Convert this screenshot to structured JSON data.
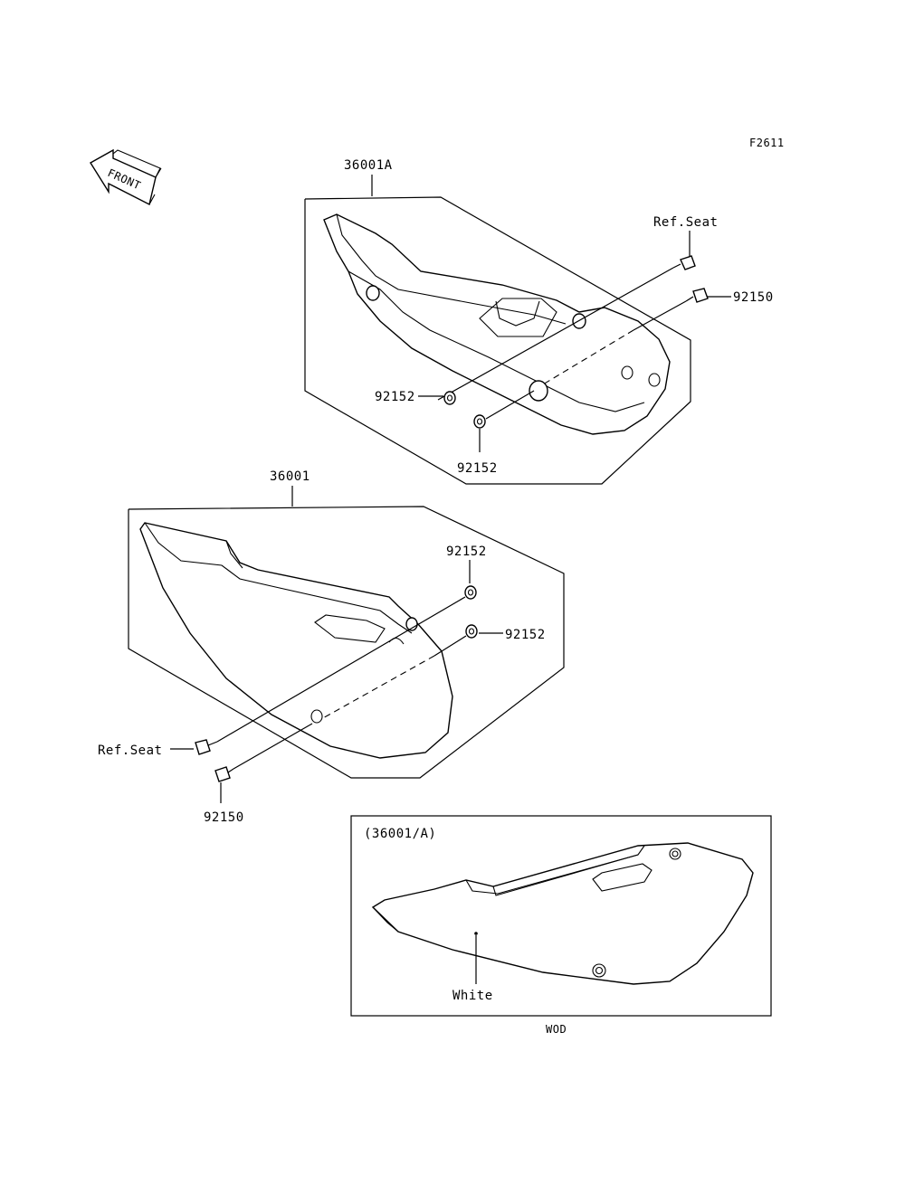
{
  "figure_code": "F2611",
  "front_arrow": {
    "text": "FRONT",
    "icon": "front-arrow-icon"
  },
  "assembly_a": {
    "part_label": "36001A",
    "ref_seat": "Ref.Seat",
    "bolt": "92150",
    "washer_1": "92152",
    "washer_2": "92152"
  },
  "assembly_b": {
    "part_label": "36001",
    "washer_1": "92152",
    "washer_2": "92152",
    "ref_seat": "Ref.Seat",
    "bolt": "92150"
  },
  "inset": {
    "heading": "(36001/A)",
    "color_note": "White",
    "caption": "WOD"
  }
}
